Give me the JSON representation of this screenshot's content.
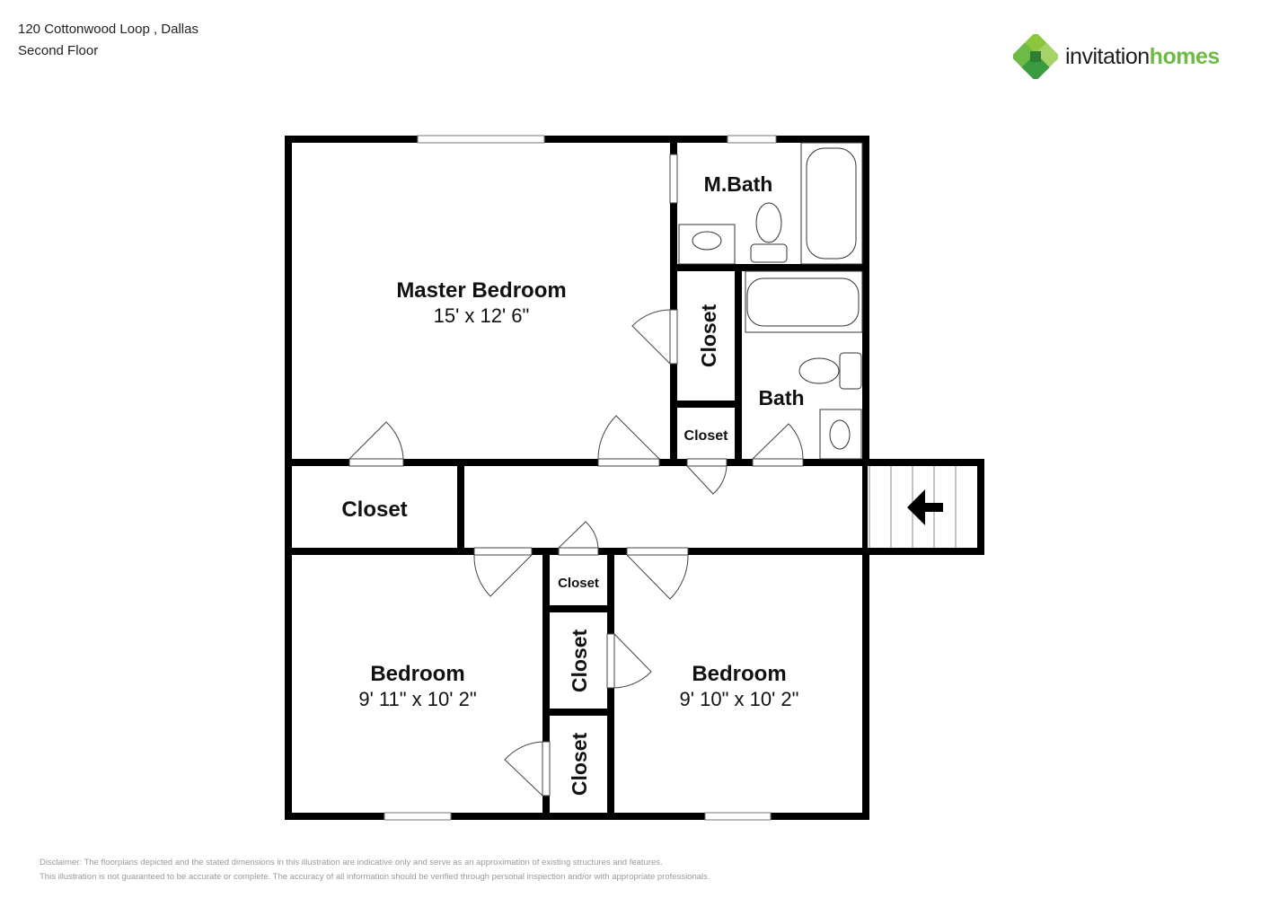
{
  "header": {
    "address": "120 Cottonwood Loop , Dallas",
    "floor": "Second Floor"
  },
  "logo": {
    "part1": "invitation",
    "part2": "homes",
    "colors": {
      "dark": "#1d1d1d",
      "green": "#6dbb45"
    }
  },
  "rooms": {
    "master_bedroom": {
      "name": "Master Bedroom",
      "dims": "15' x 12' 6\""
    },
    "master_bath": {
      "name": "M.Bath"
    },
    "bath": {
      "name": "Bath"
    },
    "closet_vertical_upper": {
      "name": "Closet"
    },
    "closet_small_upper": {
      "name": "Closet"
    },
    "closet_hall": {
      "name": "Closet"
    },
    "closet_small_lower": {
      "name": "Closet"
    },
    "closet_mid_lower": {
      "name": "Closet"
    },
    "closet_bottom_lower": {
      "name": "Closet"
    },
    "bedroom_left": {
      "name": "Bedroom",
      "dims": "9' 11\" x 10' 2\""
    },
    "bedroom_right": {
      "name": "Bedroom",
      "dims": "9' 10\" x 10' 2\""
    }
  },
  "disclaimer": {
    "line1": "Disclaimer: The floorplans depicted and the stated dimensions in this illustration are indicative only and serve as an approximation of existing structures and features.",
    "line2": "This illustration is not guaranteed to be accurate or complete. The accuracy of all information should be verified through personal inspection and/or with appropriate professionals."
  }
}
